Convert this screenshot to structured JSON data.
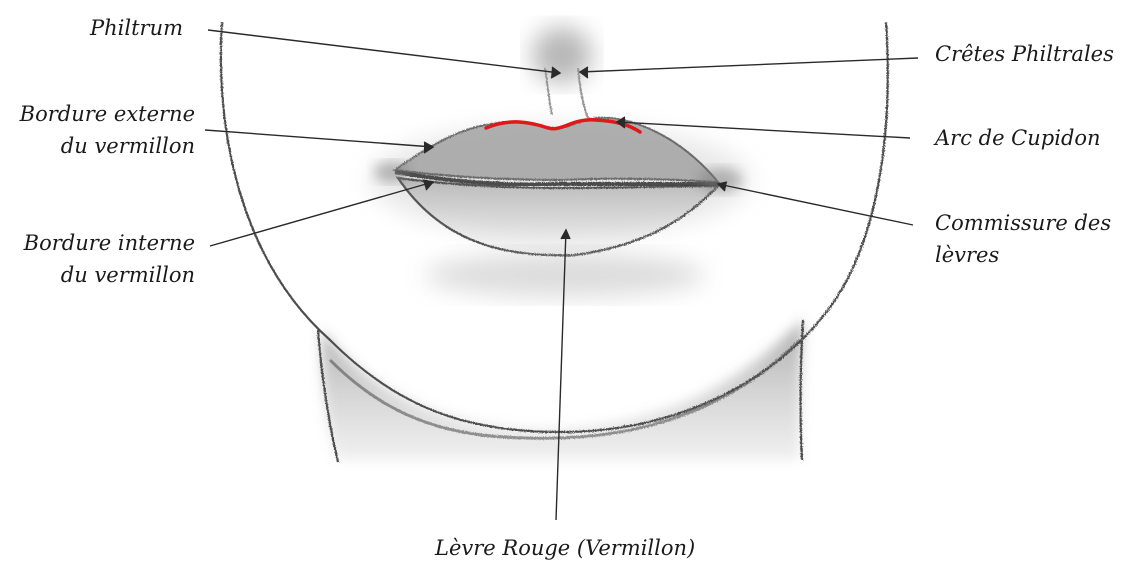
{
  "labels": {
    "philtrum": "Philtrum",
    "cretes": "Crêtes Philtrales",
    "bordure_externe": [
      "Bordure externe",
      "du vermillon"
    ],
    "arc": "Arc de Cupidon",
    "bordure_interne": [
      "Bordure interne",
      "du vermillon"
    ],
    "commissure": [
      "Commissure des",
      "lèvres"
    ],
    "levre_rouge": "Lèvre Rouge (Vermillon)"
  },
  "colors": {
    "cupid_bow_highlight": "#e01818",
    "pencil": "#555555",
    "leader_line": "#2a2a2a"
  }
}
